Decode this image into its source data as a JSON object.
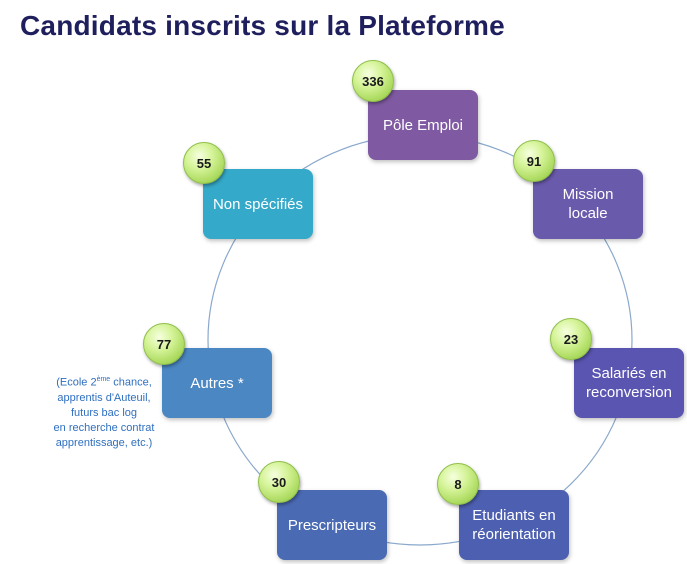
{
  "title": "Candidats inscrits sur la Plateforme",
  "colors": {
    "title": "#1f1f5e",
    "ring": "#8aa8cc",
    "badge": "#c9ec86",
    "note": "#2f6fbf"
  },
  "nodes": [
    {
      "id": "pole-emploi",
      "label": "Pôle Emploi",
      "count": "336",
      "color": "#7f5aa2"
    },
    {
      "id": "mission-locale",
      "label": "Mission locale",
      "count": "91",
      "color": "#6a5aac"
    },
    {
      "id": "salaries",
      "label": "Salariés en reconversion",
      "count": "23",
      "color": "#5a55b0"
    },
    {
      "id": "etudiants",
      "label": "Etudiants en réorientation",
      "count": "8",
      "color": "#4d5fb0"
    },
    {
      "id": "prescripteurs",
      "label": "Prescripteurs",
      "count": "30",
      "color": "#4a6ab3"
    },
    {
      "id": "autres",
      "label": "Autres *",
      "count": "77",
      "color": "#4b87c3"
    },
    {
      "id": "non-specifies",
      "label": "Non spécifiés",
      "count": "55",
      "color": "#35a9c9"
    }
  ],
  "note": {
    "line1_pre": "(Ecole 2",
    "line1_sup": "ème",
    "line1_post": " chance,",
    "line2": "apprentis d'Auteuil,",
    "line3": "futurs bac log",
    "line4": "en recherche contrat",
    "line5": "apprentissage, etc.)"
  }
}
